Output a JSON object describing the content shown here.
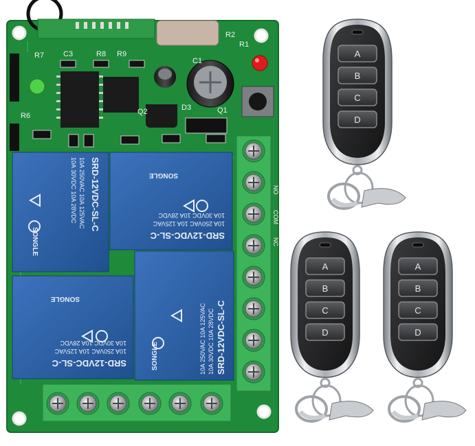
{
  "pcb": {
    "silkscreen": [
      "R7",
      "C3",
      "R8",
      "R9",
      "C1",
      "R2",
      "R1",
      "R6",
      "Q2",
      "D3",
      "Q1"
    ],
    "terminal_labels": [
      "NO",
      "COM",
      "NC"
    ]
  },
  "relays": [
    {
      "model": "SRD-12VDC-SL-C",
      "brand": "SONGLE",
      "rating_lines": [
        "10A 250VAC  10A 125VAC",
        "10A 30VDC   10A 28VDC"
      ]
    },
    {
      "model": "SRD-12VDC-SL-C",
      "brand": "SONGLE",
      "rating_lines": [
        "10A 250VAC  10A 125VAC",
        "10A 30VDC   10A 28VDC"
      ]
    },
    {
      "model": "SRD-12VDC-SL-C",
      "brand": "SONGLE",
      "rating_lines": [
        "10A 250VAC  10A 125VAC",
        "10A 30VDC   10A 28VDC"
      ]
    },
    {
      "model": "SRD-12VDC-SL-C",
      "brand": "SONGLE",
      "rating_lines": [
        "10A 250VAC  10A 125VAC",
        "10A 30VDC   10A 28VDC"
      ]
    }
  ],
  "remotes": [
    {
      "buttons": [
        "A",
        "B",
        "C",
        "D"
      ]
    },
    {
      "buttons": [
        "A",
        "B",
        "C",
        "D"
      ]
    },
    {
      "buttons": [
        "A",
        "B",
        "C",
        "D"
      ]
    }
  ],
  "colors": {
    "pcb": "#1f8a3a",
    "relay": "#2a5fa8",
    "terminal": "#3db35a",
    "remote_body": "#2a2a2a",
    "chrome": "#c9ccd0"
  }
}
